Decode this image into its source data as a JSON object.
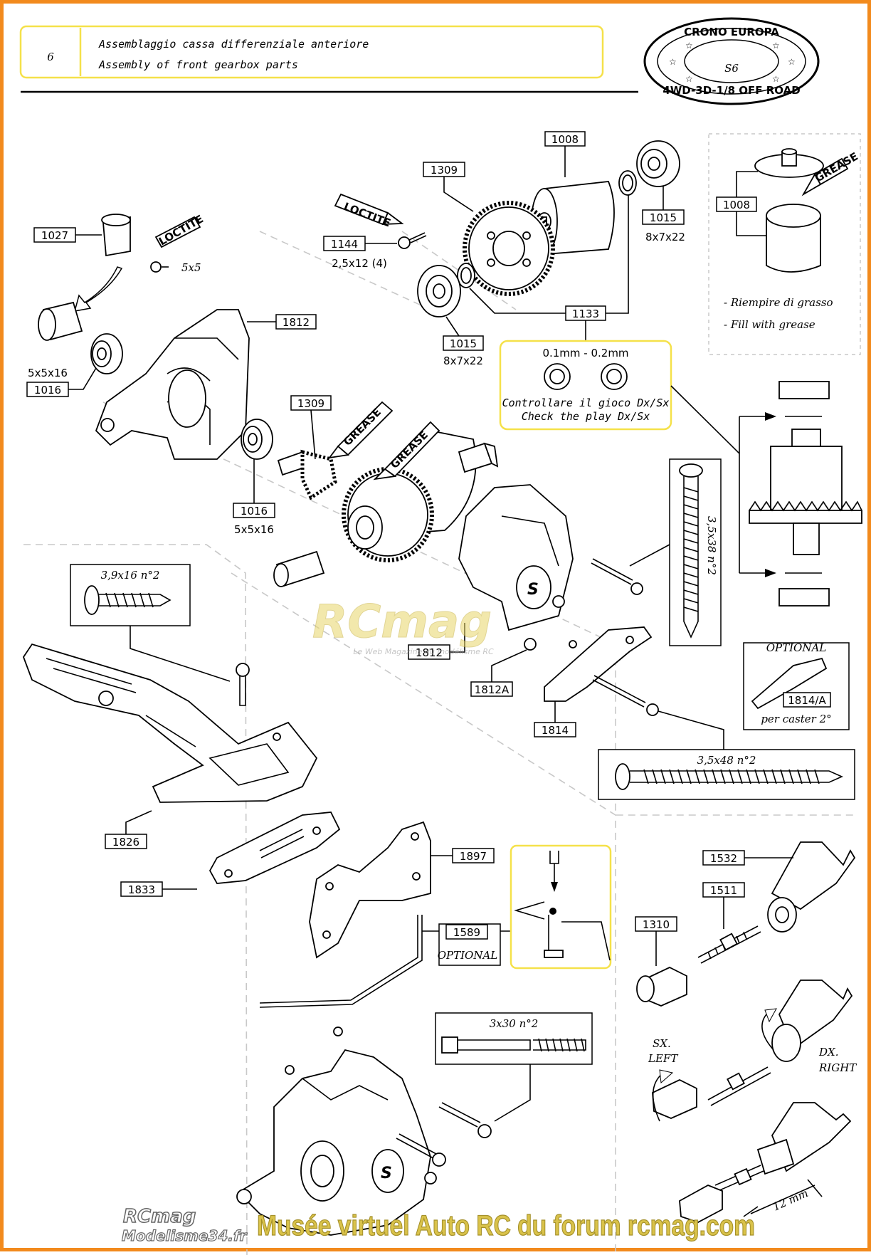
{
  "header": {
    "step": "6",
    "title_it": "Assemblaggio cassa differenziale anteriore",
    "title_en": "Assembly of front gearbox parts"
  },
  "logo": {
    "ring_top": "CRONO EUROPA",
    "center": "S6",
    "ring_bottom": "4WD-3D-1/8 OFF ROAD"
  },
  "parts": {
    "p1008a": "1008",
    "p1309a": "1309",
    "p1015a": "1015",
    "p1015a_size": "8x7x22",
    "p1027": "1027",
    "screw_5x5": "5x5",
    "p1144": "1144",
    "p1144_size": "2,5x12 (4)",
    "p1015b": "1015",
    "p1015b_size": "8x7x22",
    "p1133": "1133",
    "p1812a": "1812",
    "p1016a_size": "5x5x16",
    "p1016a": "1016",
    "p1309b": "1309",
    "p1016b": "1016",
    "p1016b_size": "5x5x16",
    "p1812b": "1812",
    "p1812A": "1812A",
    "p1814": "1814",
    "p1826": "1826",
    "p1833": "1833",
    "p1897": "1897",
    "p1589": "1589",
    "p1589_note": "OPTIONAL",
    "p1532": "1532",
    "p1511": "1511",
    "p1310": "1310",
    "p1008b": "1008"
  },
  "tubes": {
    "loctite": "LOCTITE",
    "grease": "GREASE"
  },
  "grease_note": {
    "line1": "- Riempire di grasso",
    "line2": "- Fill with grease"
  },
  "play_box": {
    "range": "0.1mm - 0.2mm",
    "line1": "Controllare il gioco Dx/Sx",
    "line2": "Check the play Dx/Sx"
  },
  "screws": {
    "s38": "3,5x38 n°2",
    "s16": "3,9x16 n°2",
    "s48": "3,5x48 n°2",
    "s30": "3x30 n°2"
  },
  "optional_box": {
    "title": "OPTIONAL",
    "part": "1814/A",
    "caption": "per caster 2°"
  },
  "steering": {
    "left1": "SX.",
    "left2": "LEFT",
    "right1": "DX.",
    "right2": "RIGHT",
    "dim": "12 mm"
  },
  "watermarks": {
    "center_brand": "RCmag",
    "center_sub": "Le Web Magazine du modélisme RC",
    "corner_brand": "RCmag",
    "corner_sub": "Modelisme34.fr",
    "footer": "Musée virtuel Auto RC du forum rcmag.com"
  },
  "colors": {
    "border": "#f28a1d",
    "highlight": "#f5e14a",
    "watermark": "#d9c24a"
  }
}
